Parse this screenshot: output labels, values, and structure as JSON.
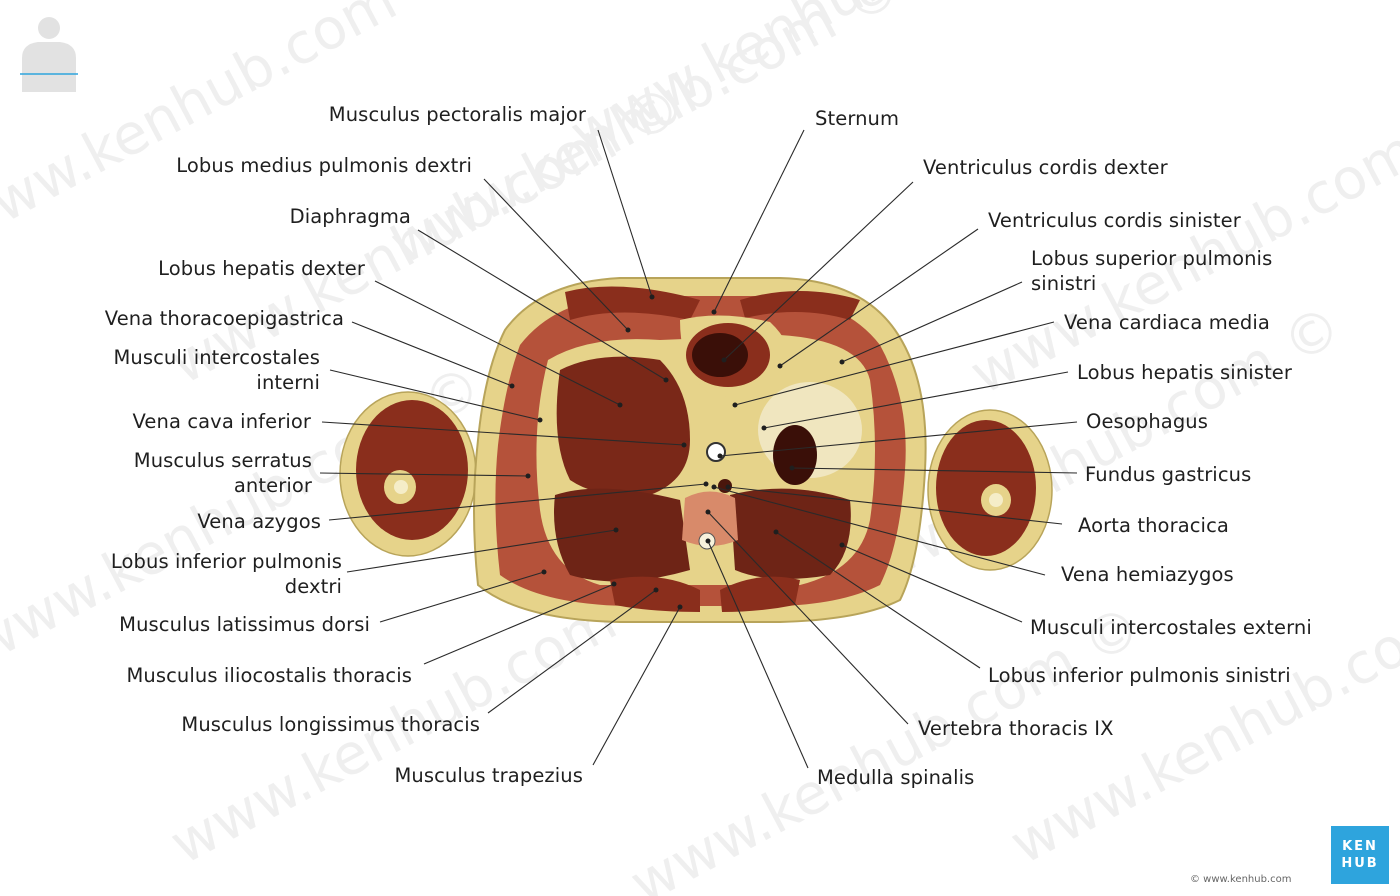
{
  "labels_left": [
    {
      "id": "pectoralis-major",
      "text": "Musculus pectoralis major"
    },
    {
      "id": "lobus-medius",
      "text": "Lobus medius pulmonis dextri"
    },
    {
      "id": "diaphragma",
      "text": "Diaphragma"
    },
    {
      "id": "lobus-hepatis-dexter",
      "text": "Lobus hepatis dexter"
    },
    {
      "id": "vena-thoracoepigastrica",
      "text": "Vena thoracoepigastrica"
    },
    {
      "id": "intercostales-interni",
      "text": "Musculi intercostales\ninterni"
    },
    {
      "id": "vena-cava-inferior",
      "text": "Vena cava inferior"
    },
    {
      "id": "serratus-anterior",
      "text": "Musculus serratus\nanterior"
    },
    {
      "id": "vena-azygos",
      "text": "Vena azygos"
    },
    {
      "id": "lobus-inferior-dextri",
      "text": "Lobus inferior pulmonis\ndextri"
    },
    {
      "id": "latissimus-dorsi",
      "text": "Musculus latissimus dorsi"
    },
    {
      "id": "iliocostalis-thoracis",
      "text": "Musculus iliocostalis thoracis"
    },
    {
      "id": "longissimus-thoracis",
      "text": "Musculus longissimus thoracis"
    },
    {
      "id": "trapezius",
      "text": "Musculus trapezius"
    }
  ],
  "labels_right": [
    {
      "id": "sternum",
      "text": "Sternum"
    },
    {
      "id": "ventriculus-dexter",
      "text": "Ventriculus cordis dexter"
    },
    {
      "id": "ventriculus-sinister",
      "text": "Ventriculus cordis sinister"
    },
    {
      "id": "lobus-superior-sinistri",
      "text": "Lobus superior pulmonis\nsinistri"
    },
    {
      "id": "vena-cardiaca-media",
      "text": "Vena cardiaca media"
    },
    {
      "id": "lobus-hepatis-sinister",
      "text": "Lobus hepatis sinister"
    },
    {
      "id": "oesophagus",
      "text": "Oesophagus"
    },
    {
      "id": "fundus-gastricus",
      "text": "Fundus gastricus"
    },
    {
      "id": "aorta-thoracica",
      "text": "Aorta thoracica"
    },
    {
      "id": "vena-hemiazygos",
      "text": "Vena hemiazygos"
    },
    {
      "id": "intercostales-externi",
      "text": "Musculi intercostales externi"
    },
    {
      "id": "lobus-inferior-sinistri",
      "text": "Lobus inferior pulmonis sinistri"
    },
    {
      "id": "vertebra-thoracis",
      "text": "Vertebra thoracis IX"
    },
    {
      "id": "medulla-spinalis",
      "text": "Medulla spinalis"
    }
  ],
  "watermark_text": "www.kenhub.com ©",
  "logo": {
    "line1": "KEN",
    "line2": "HUB"
  },
  "copyright": "© www.kenhub.com",
  "colors": {
    "muscle": "#8a2e1c",
    "fat": "#e9d98e",
    "skin": "#d9c878",
    "organ": "#6e2416",
    "line": "#2a2a2a",
    "brand": "#2ea4dd"
  }
}
